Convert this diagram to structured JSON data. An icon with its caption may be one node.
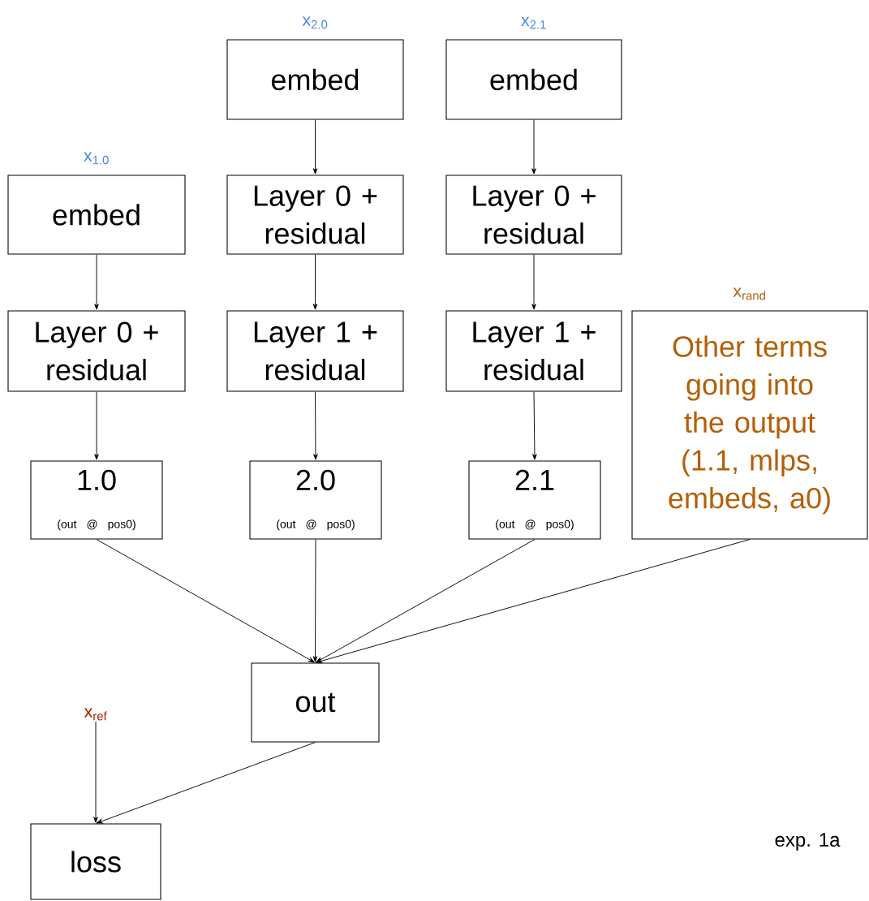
{
  "diagram": {
    "nodes": [
      {
        "text": [
          "embed"
        ],
        "beside": [
          "x$_{1.0}$"
        ]
      },
      {
        "text": [
          "Layer 0 + residual"
        ]
      },
      {
        "text": [
          "1.0",
          "(out @ pos0)"
        ]
      },
      {
        "text": [
          "embed"
        ],
        "beside": [
          "x$_{2.0}$"
        ]
      },
      {
        "text": [
          "Layer 0 + residual"
        ]
      },
      {
        "text": [
          "Layer 1 + residual"
        ]
      },
      {
        "text": [
          "2.0",
          "(out @ pos0)"
        ]
      },
      {
        "text": [
          "embed"
        ],
        "beside": [
          "x$_{2.1}$"
        ]
      },
      {
        "text": [
          "Layer 0 + residual"
        ]
      },
      {
        "text": [
          "Layer 1 + residual"
        ]
      },
      {
        "text": [
          "2.1",
          "(out @ pos0)"
        ]
      },
      {
        "text": [
          "Other terms going into the output (1.1, mlps, embeds, a0)"
        ],
        "beside": [
          "x$_{rand}$"
        ]
      },
      {
        "text": [
          "out"
        ]
      },
      {
        "text": [
          "x$_{ref}$"
        ]
      },
      {
        "text": [
          "loss"
        ]
      }
    ],
    "edges": [
      {
        "from": 0,
        "to": 1,
        "arrow": "to"
      },
      {
        "from": 1,
        "to": 2,
        "arrow": "to"
      },
      {
        "from": 3,
        "to": 4,
        "arrow": "to"
      },
      {
        "from": 4,
        "to": 5,
        "arrow": "to"
      },
      {
        "from": 5,
        "to": 6,
        "arrow": "to"
      },
      {
        "from": 7,
        "to": 8,
        "arrow": "to"
      },
      {
        "from": 8,
        "to": 9,
        "arrow": "to"
      },
      {
        "from": 9,
        "to": 10,
        "arrow": "to"
      },
      {
        "from": 2,
        "to": 12,
        "arrow": "to"
      },
      {
        "from": 6,
        "to": 12,
        "arrow": "to"
      },
      {
        "from": 10,
        "to": 12,
        "arrow": "to"
      },
      {
        "from": 11,
        "to": 12,
        "arrow": "to"
      },
      {
        "from": 13,
        "to": 14,
        "arrow": "to"
      },
      {
        "from": 12,
        "to": 14,
        "arrow": "to"
      }
    ],
    "labels": [
      "exp. 1a"
    ]
  }
}
